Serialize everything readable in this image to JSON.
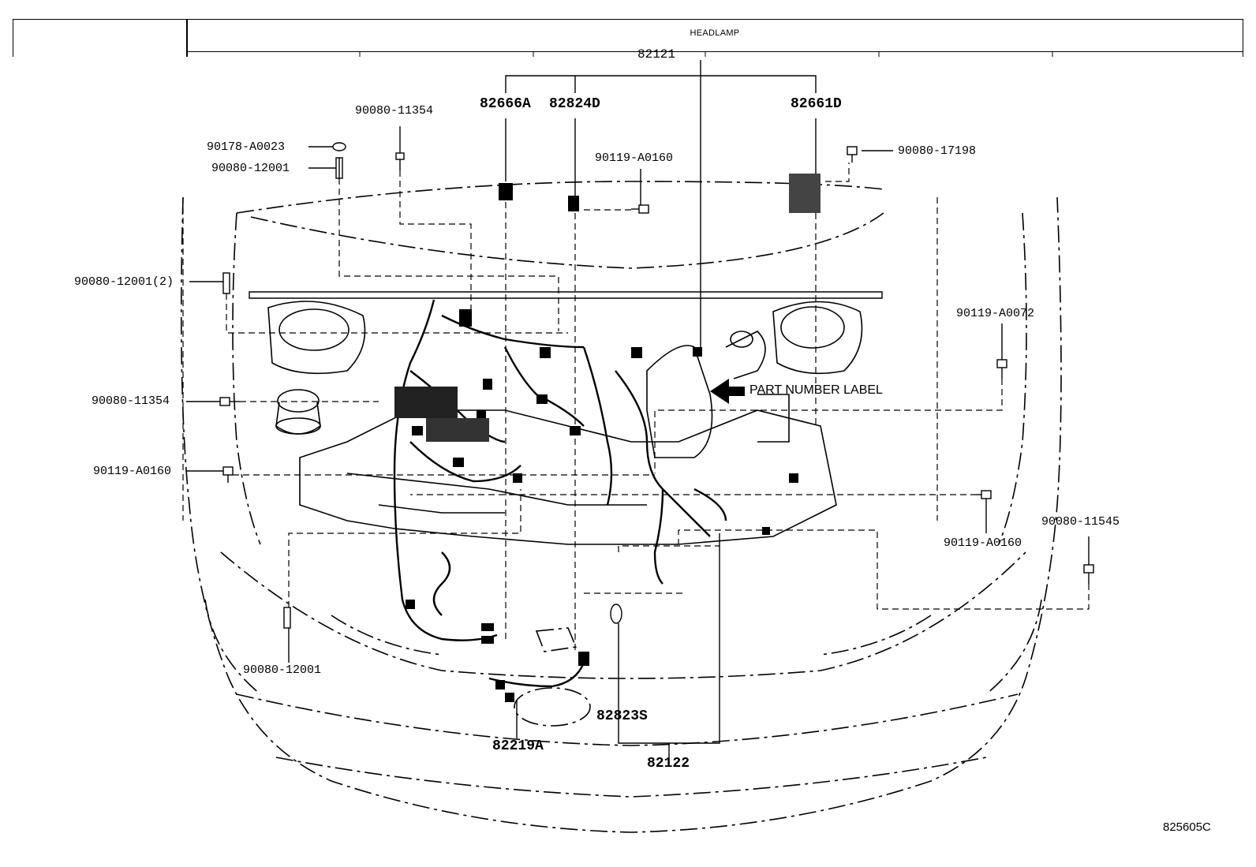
{
  "header": {
    "title": "HEADLAMP"
  },
  "callouts": {
    "top_partial": "82121",
    "p82666A": "82666A",
    "p82824D": "82824D",
    "p82661D": "82661D",
    "p90080_11354_top": "90080-11354",
    "p90178_A0023": "90178-A0023",
    "p90080_12001_top": "90080-12001",
    "p90119_A0160_top": "90119-A0160",
    "p90080_17198": "90080-17198",
    "p90080_12001_2": "90080-12001(2)",
    "p90119_A0072": "90119-A0072",
    "p90080_11354_left": "90080-11354",
    "p90119_A0160_left": "90119-A0160",
    "p90119_A0160_right": "90119-A0160",
    "p90080_11545": "90080-11545",
    "p90080_12001_bottom": "90080-12001",
    "p82823S": "82823S",
    "p82219A": "82219A",
    "p82122": "82122"
  },
  "notes": {
    "part_number_label": "PART NUMBER LABEL"
  },
  "figure_code": "825605C"
}
